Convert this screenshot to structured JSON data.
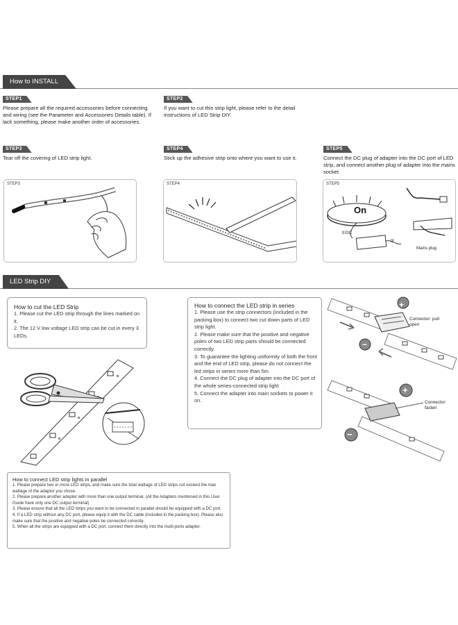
{
  "install": {
    "header": "How to INSTALL",
    "step1": {
      "tag": "STEP1",
      "text": "Please prepare all the required accessories before connecting and wiring (see the Parameter and Accessories Details table). If lack something, please make another order of accessories."
    },
    "step2": {
      "tag": "STEP2",
      "text": "If you want to cut this strip light, please refer to the detail instructions of LED Strip DIY."
    },
    "step3": {
      "tag": "STEP3",
      "text": "Tear off the covering of LED strip light.",
      "panel_label": "STEP3"
    },
    "step4": {
      "tag": "STEP4",
      "text": "Stick up the adhesive strip onto where you want to use it.",
      "panel_label": "STEP4"
    },
    "step5": {
      "tag": "STEP5",
      "text": "Connect the DC plug of adapter into the DC port of LED strip, and connect another plug of adapter into the mains socket.",
      "panel_label": "STEP5",
      "on_label": "On",
      "dc_label": "①DC",
      "circle2": "②",
      "mains_label": "Mains plug"
    }
  },
  "diy": {
    "header": "LED Strip DIY",
    "cut": {
      "title": "How to cut the LED Strip",
      "lines": [
        "1. Please cut the LED strip through the lines marked on it.",
        "2. The 12 V low voltage LED strip can be cut in every 3 LEDs."
      ]
    },
    "series": {
      "title": "How to connect the LED strip in series",
      "lines": [
        "1. Please use the strip connectors (included in the packing box) to connect two cut down parts of LED strip light.",
        "2. Please make sure that the positive and negative poles of two LED strip parts should be connected correctly.",
        "3. To guarantee the lighting uniformity of both the front and the end of LED strip, please do not connect the led strips in series more than 5m.",
        "4. Connect the DC plug of adapter into the DC port of the whole series-connected strip light",
        "5. Connect the adapter into main sockets to power it on."
      ]
    },
    "connector_open": "Connector: pull open",
    "connector_fasten": "Connector: fasten",
    "plus": "+",
    "minus": "−",
    "parallel": {
      "title": "How to connect LED strip lights in parallel",
      "lines": [
        "1. Please prepare two or more LED strips, and make sure the total wattage of LED strips not exceed the max wattage of the adaptor you chose.",
        "2. Please prepare another adapter with more than one output terminal. (All the Adapters mentioned in this User Guide have only one DC output terminal)",
        "3. Please ensure that all the LED strips you want to be connected in parallel should be equipped with a DC port.",
        "4. If a LED strip without any DC port, please equip it with the DC cable (included in the packing box). Please also make sure that the positive and negative poles be connected correctly.",
        "5. When all the strips are equipped with a DC port, connect them directly into the multi-ports adapter."
      ]
    }
  }
}
